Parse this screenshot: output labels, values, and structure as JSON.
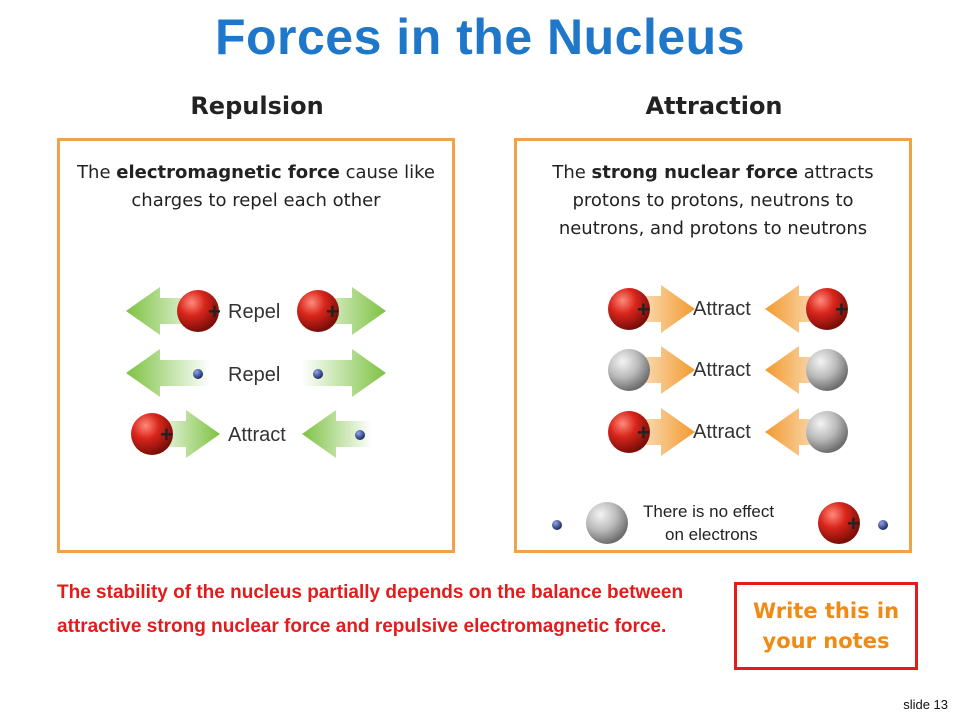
{
  "title": "Forces in the Nucleus",
  "left": {
    "heading": "Repulsion",
    "text_pre": "The ",
    "text_bold": "electromagnetic force",
    "text_post": " cause like charges to repel each other",
    "rows": [
      {
        "label": "Repel"
      },
      {
        "label": "Repel"
      },
      {
        "label": "Attract"
      }
    ]
  },
  "right": {
    "heading": "Attraction",
    "text_pre": "The ",
    "text_bold": "strong nuclear force",
    "text_post": " attracts protons to protons, neutrons to neutrons, and protons to neutrons",
    "rows": [
      {
        "label": "Attract"
      },
      {
        "label": "Attract"
      },
      {
        "label": "Attract"
      }
    ],
    "note_line1": "There is no effect",
    "note_line2": "on electrons"
  },
  "footer": {
    "statement": "The stability of the nucleus partially depends on the balance between attractive strong nuclear force and repulsive electromagnetic force.",
    "notes_box": "Write this in your notes",
    "slide_number": "slide 13"
  },
  "colors": {
    "title": "#1f77c9",
    "panel_border": "#f0a24a",
    "statement": "#e21b1b",
    "notes_text": "#f08a12",
    "proton": "#d9261c",
    "neutron": "#b9b9b9",
    "electron": "#2b3f8f",
    "green_arrow": "#7dc242",
    "orange_arrow": "#f29a2e"
  }
}
